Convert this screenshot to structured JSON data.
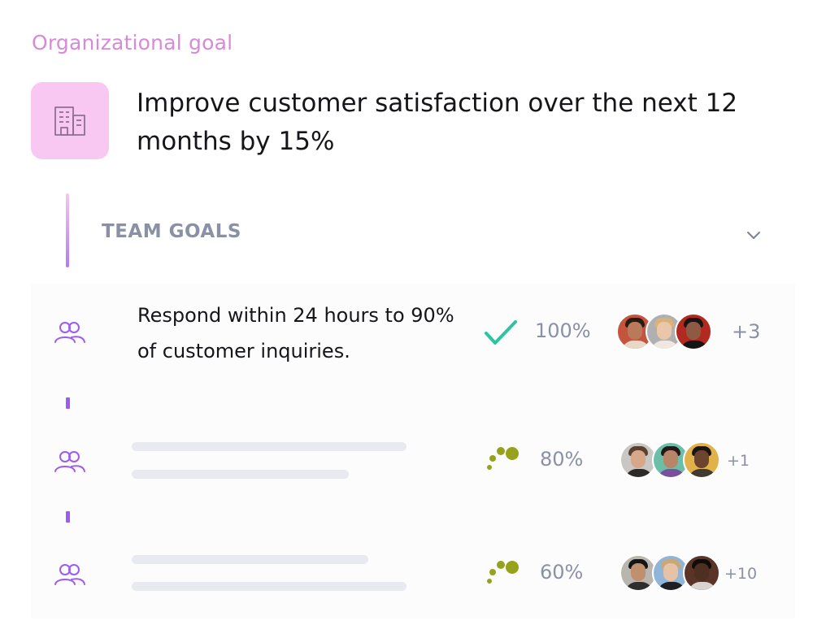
{
  "org": {
    "label": "Organizational goal",
    "icon": "building-icon",
    "goal": "Improve customer satisfaction over the next 12 months by 15%"
  },
  "team": {
    "heading": "TEAM GOALS",
    "toggle_icon": "chevron-down-icon"
  },
  "goals": [
    {
      "text": "Respond within 24 hours to 90% of customer inquiries.",
      "status_icon": "check-icon",
      "percent": "100%",
      "progress": 1.0,
      "extra": "+3",
      "status_color": "#2ec4a0"
    },
    {
      "text": "",
      "status_icon": "progress-dots-icon",
      "percent": "80%",
      "progress": 0.8,
      "extra": "+1",
      "status_color": "#97a21c"
    },
    {
      "text": "",
      "status_icon": "progress-dots-icon",
      "percent": "60%",
      "progress": 0.6,
      "extra": "+10",
      "status_color": "#97a21c"
    }
  ],
  "colors": {
    "accent": "#9b5cf0",
    "org_label": "#d88ad8",
    "org_icon_bg": "#f8c8f2",
    "muted_text": "#8a91a6"
  }
}
